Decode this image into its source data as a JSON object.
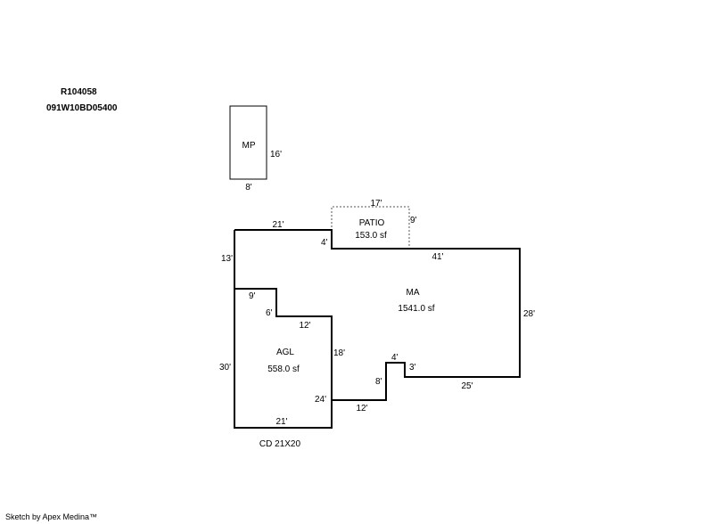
{
  "header": {
    "account": "R104058",
    "map_lot": "091W10BD05400"
  },
  "areas": {
    "mp": {
      "label": "MP",
      "dims": [
        "16'",
        "8'"
      ]
    },
    "patio": {
      "label": "PATIO",
      "area": "153.0 sf",
      "dims": [
        "17'",
        "9'"
      ]
    },
    "ma": {
      "label": "MA",
      "area": "1541.0 sf"
    },
    "agl": {
      "label": "AGL",
      "area": "558.0 sf"
    }
  },
  "dimensions": {
    "top_left": "21'",
    "step_4": "4'",
    "top_right": "41'",
    "left_upper": "13'",
    "right_side": "28'",
    "notch_9": "9'",
    "notch_6": "6'",
    "notch_12": "12'",
    "agl_right_18": "18'",
    "agl_left_30": "30'",
    "agl_24": "24'",
    "agl_bottom_21": "21'",
    "bottom_12": "12'",
    "bump_8": "8'",
    "bump_4": "4'",
    "bump_3": "3'",
    "bottom_25": "25'"
  },
  "caption": "CD 21X20",
  "footer": "Sketch by Apex Medina™"
}
